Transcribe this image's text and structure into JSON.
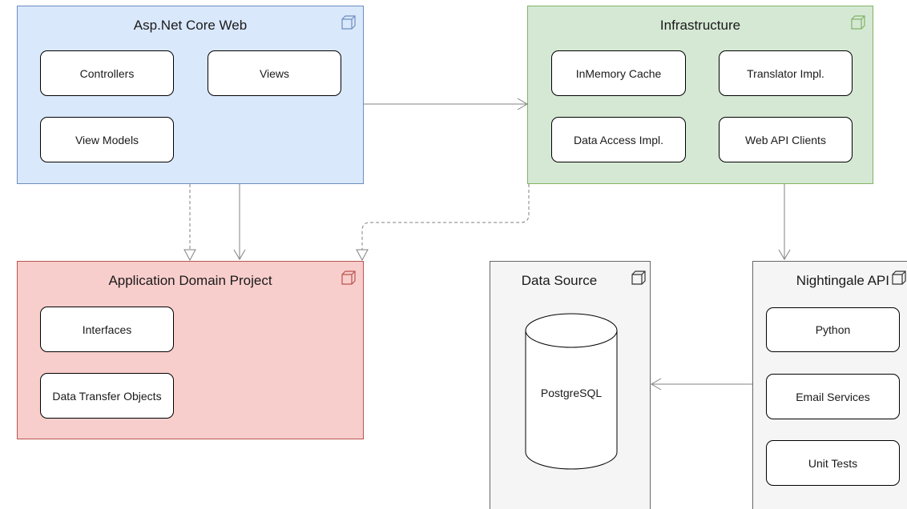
{
  "groups": {
    "web": {
      "title": "Asp.Net Core Web",
      "items": [
        "Controllers",
        "Views",
        "View Models"
      ]
    },
    "infrastructure": {
      "title": "Infrastructure",
      "items": [
        "InMemory Cache",
        "Translator Impl.",
        "Data Access Impl.",
        "Web API Clients"
      ]
    },
    "app_domain": {
      "title": "Application Domain Project",
      "items": [
        "Interfaces",
        "Data Transfer Objects"
      ]
    },
    "data_source": {
      "title": "Data Source",
      "database": "PostgreSQL"
    },
    "nightingale": {
      "title": "Nightingale API",
      "items": [
        "Python",
        "Email Services",
        "Unit Tests"
      ]
    }
  },
  "colors": {
    "web_fill": "#dae8fc",
    "web_stroke": "#6c8ebf",
    "infra_fill": "#d5e8d4",
    "infra_stroke": "#82b366",
    "app_fill": "#f8cecc",
    "app_stroke": "#b85450",
    "gray_fill": "#f5f5f5",
    "gray_stroke": "#666666",
    "arrow": "#808080"
  },
  "icon": "cube-icon"
}
